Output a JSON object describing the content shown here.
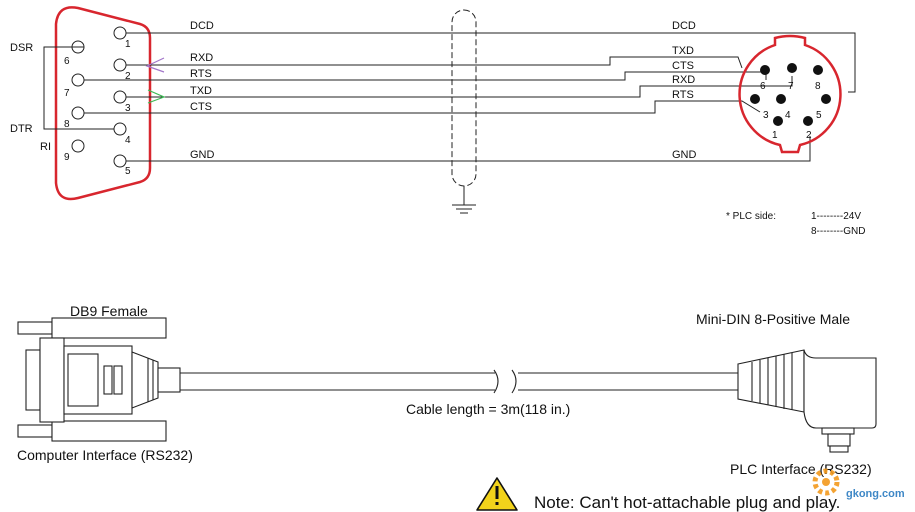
{
  "db9_pins": {
    "p1": "1",
    "p2": "2",
    "p3": "3",
    "p4": "4",
    "p5": "5",
    "p6": "6",
    "p7": "7",
    "p8": "8",
    "p9": "9"
  },
  "db9_side_labels": {
    "dsr": "DSR",
    "dtr": "DTR",
    "ri": "RI"
  },
  "signals_left": {
    "dcd": "DCD",
    "rxd": "RXD",
    "rts": "RTS",
    "txd": "TXD",
    "cts": "CTS",
    "gnd": "GND"
  },
  "signals_right": {
    "dcd": "DCD",
    "txd": "TXD",
    "cts": "CTS",
    "rxd": "RXD",
    "rts": "RTS",
    "gnd": "GND"
  },
  "din_pins": {
    "p1": "1",
    "p2": "2",
    "p3": "3",
    "p4": "4",
    "p5": "5",
    "p6": "6",
    "p7": "7",
    "p8": "8"
  },
  "plc_note": {
    "prefix": "* PLC side:",
    "line1": "1--------24V",
    "line2": "8--------GND"
  },
  "cable": {
    "left_title": "DB9 Female",
    "right_title": "Mini-DIN 8-Positive Male",
    "length": "Cable length = 3m(118 in.)",
    "left_caption": "Computer Interface (RS232)",
    "right_caption": "PLC Interface (RS232)"
  },
  "warning": {
    "icon": "warning-triangle-icon",
    "text": "Note: Can't hot-attachable plug and play."
  },
  "watermark": {
    "brand": "gkong.com",
    "accent": "#f39a1e"
  },
  "colors": {
    "connector_outline": "#d8262e",
    "rxd_arrow": "#a276c9",
    "txd_arrow": "#3cba54",
    "watermark": "#f39a1e"
  }
}
